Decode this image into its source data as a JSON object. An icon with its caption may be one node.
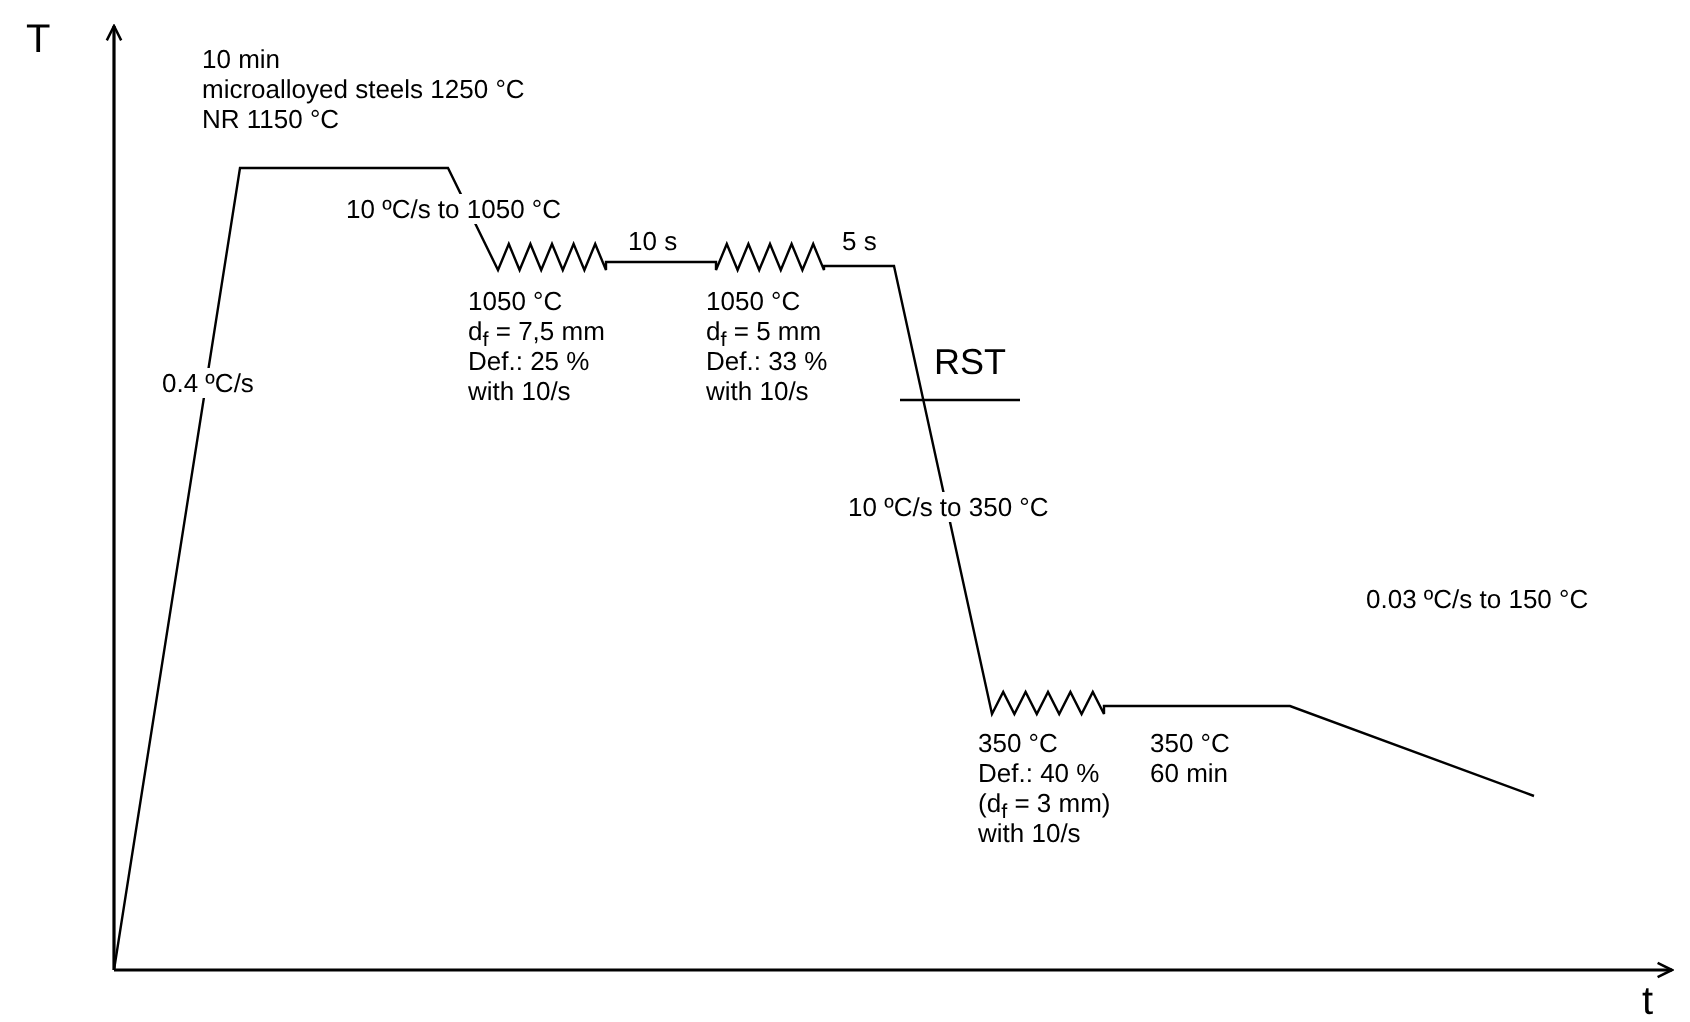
{
  "diagram": {
    "labels": [
      "T",
      "10 min",
      "microalloyed steels 1250 °C",
      "NR 1150 °C",
      "10 ºC/s to 1050 °C",
      "10 s",
      "5 s",
      "1050 °C",
      "d$_{f}$ = 7,5 mm",
      "Def.: 25 %",
      "with 10/s",
      "1050 °C",
      "d$_{f}$ = 5 mm",
      "Def.: 33 %",
      "with 10/s",
      "RST",
      "0.4 ºC/s",
      "10 ºC/s to 350 °C",
      "0.03 ºC/s to 150 °C",
      "350 °C",
      "Def.: 40 %",
      "(d$_{f}$ = 3 mm)",
      "with 10/s",
      "350 °C",
      "60 min",
      "t"
    ]
  }
}
